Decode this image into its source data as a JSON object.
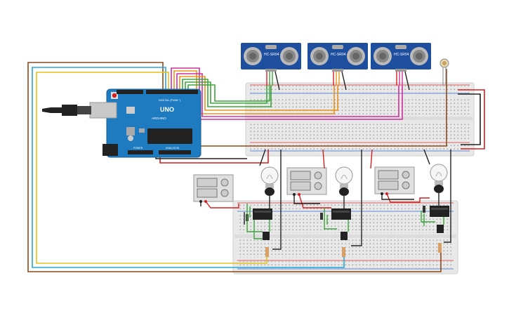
{
  "arduino": {
    "model_label": "UNO",
    "brand_label": "ARDUINO",
    "digital_label": "DIGITAL (PWM~)",
    "power_label": "POWER",
    "analog_label": "ANALOG IN"
  },
  "sensors": [
    {
      "label": "HC-SR04"
    },
    {
      "label": "HC-SR04"
    },
    {
      "label": "HC-SR04"
    }
  ],
  "wire_colors": {
    "brown": "#8b4a1c",
    "blue": "#2aa6d8",
    "yellow": "#e6c21a",
    "magenta": "#d0309a",
    "orange": "#e8931a",
    "green": "#3aa63a",
    "red": "#d42020",
    "black": "#222222",
    "olive": "#8a8a1a"
  },
  "board_colors": {
    "arduino": "#1f7bbf",
    "sensor": "#1e4f9e",
    "breadboard": "#ececec",
    "relay": "#222222"
  }
}
